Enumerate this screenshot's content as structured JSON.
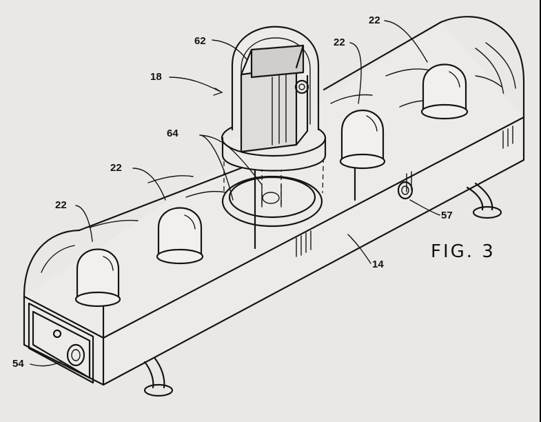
{
  "figure": {
    "caption": "FIG. 3",
    "reference_numerals": {
      "dome_assembly": "18",
      "lamp_a": "22",
      "lamp_b": "22",
      "lamp_c": "22",
      "lamp_d": "22",
      "housing": "14",
      "control_panel": "54",
      "side_port": "57",
      "camera": "62",
      "mount_ring": "64"
    }
  }
}
